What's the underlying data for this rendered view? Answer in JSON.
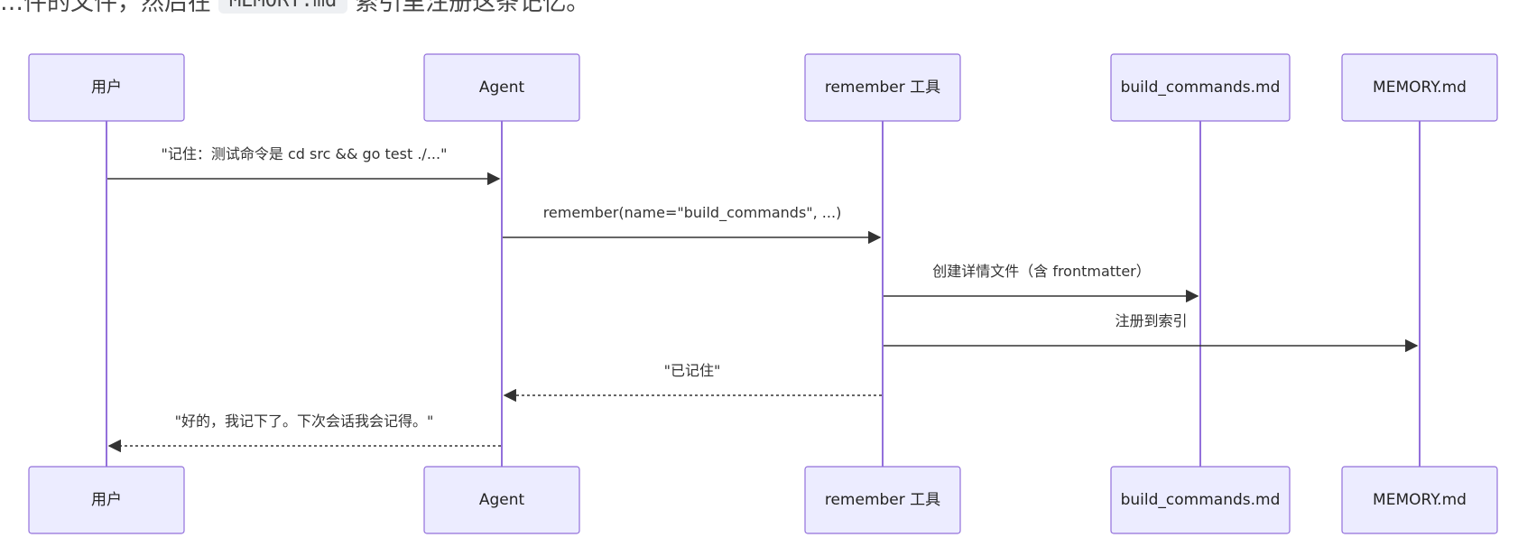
{
  "header_text": {
    "before": "…件的文件，然后在",
    "code": "MEMORY.md",
    "after": "索引里注册这条记忆。"
  },
  "participants": [
    {
      "id": "user",
      "label": "用户"
    },
    {
      "id": "agent",
      "label": "Agent"
    },
    {
      "id": "tool",
      "label": "remember 工具"
    },
    {
      "id": "file",
      "label": "build_commands.md"
    },
    {
      "id": "memory",
      "label": "MEMORY.md"
    }
  ],
  "messages": [
    {
      "from": "user",
      "to": "agent",
      "label": "\"记住：测试命令是 cd src && go test ./...\"",
      "style": "solid"
    },
    {
      "from": "agent",
      "to": "tool",
      "label": "remember(name=\"build_commands\", ...)",
      "style": "solid"
    },
    {
      "from": "tool",
      "to": "file",
      "label": "创建详情文件（含 frontmatter）",
      "style": "solid"
    },
    {
      "from": "tool",
      "to": "memory",
      "label": "注册到索引",
      "style": "solid"
    },
    {
      "from": "tool",
      "to": "agent",
      "label": "\"已记住\"",
      "style": "dashed"
    },
    {
      "from": "agent",
      "to": "user",
      "label": "\"好的，我记下了。下次会话我会记得。\"",
      "style": "dashed"
    }
  ]
}
